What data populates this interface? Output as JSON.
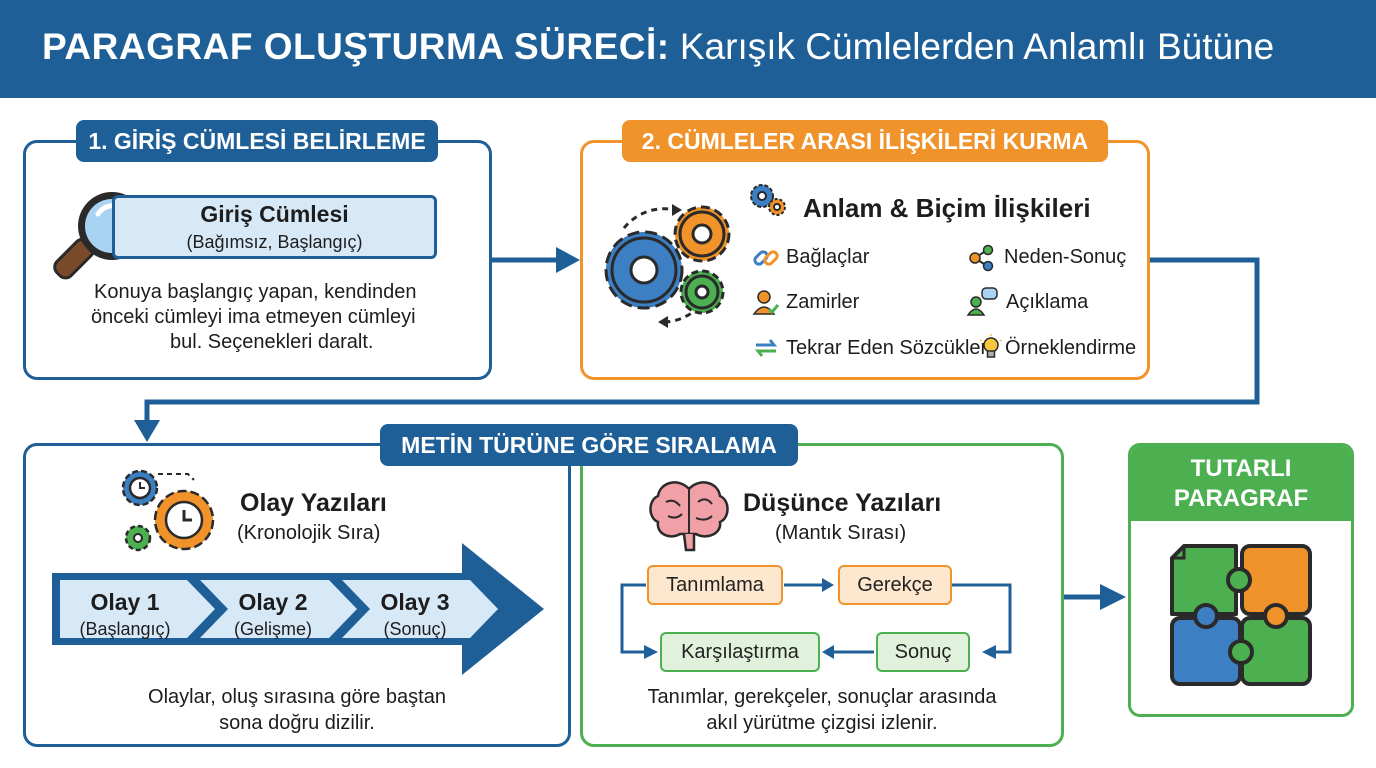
{
  "header": {
    "title_bold": "PARAGRAF OLUŞTURMA SÜRECİ:",
    "title_rest": "Karışık Cümlelerden Anlamlı Bütüne"
  },
  "step1": {
    "tag": "1. GİRİŞ CÜMLESİ BELİRLEME",
    "box_title": "Giriş Cümlesi",
    "box_subtitle": "(Bağımsız, Başlangıç)",
    "desc_lines": [
      "Konuya başlangıç yapan, kendinden",
      "önceki cümleyi ima etmeyen cümleyi",
      "bul. Seçenekleri daralt."
    ]
  },
  "step2": {
    "tag": "2. CÜMLELER ARASI İLİŞKİLERİ KURMA",
    "heading": "Anlam & Biçim İlişkileri",
    "items": [
      {
        "label": "Bağlaçlar",
        "icon": "link-icon"
      },
      {
        "label": "Neden-Sonuç",
        "icon": "network-icon"
      },
      {
        "label": "Zamirler",
        "icon": "person-check-icon"
      },
      {
        "label": "Açıklama",
        "icon": "speech-person-icon"
      },
      {
        "label": "Tekrar Eden Sözcükler",
        "icon": "repeat-icon"
      },
      {
        "label": "Örneklendirme",
        "icon": "lightbulb-icon"
      }
    ]
  },
  "step3": {
    "tag": "METİN TÜRÜNE GÖRE SIRALAMA",
    "olay": {
      "title": "Olay Yazıları",
      "subtitle": "(Kronolojik Sıra)",
      "steps": [
        {
          "title": "Olay 1",
          "sub": "(Başlangıç)"
        },
        {
          "title": "Olay 2",
          "sub": "(Gelişme)"
        },
        {
          "title": "Olay 3",
          "sub": "(Sonuç)"
        }
      ],
      "desc_lines": [
        "Olaylar, oluş sırasına göre baştan",
        "sona doğru dizilir."
      ]
    },
    "dusunce": {
      "title": "Düşünce Yazıları",
      "subtitle": "(Mantık Sırası)",
      "flow": [
        "Tanımlama",
        "Gerekçe",
        "Sonuç",
        "Karşılaştırma"
      ],
      "desc_lines": [
        "Tanımlar, gerekçeler, sonuçlar arasında",
        "akıl yürütme çizgisi izlenir."
      ]
    }
  },
  "final": {
    "title_lines": [
      "TUTARLI",
      "PARAGRAF"
    ]
  },
  "colors": {
    "blue": "#1f5f97",
    "orange": "#f0932a",
    "green": "#4caf50",
    "light_blue": "#d7e8f7"
  }
}
